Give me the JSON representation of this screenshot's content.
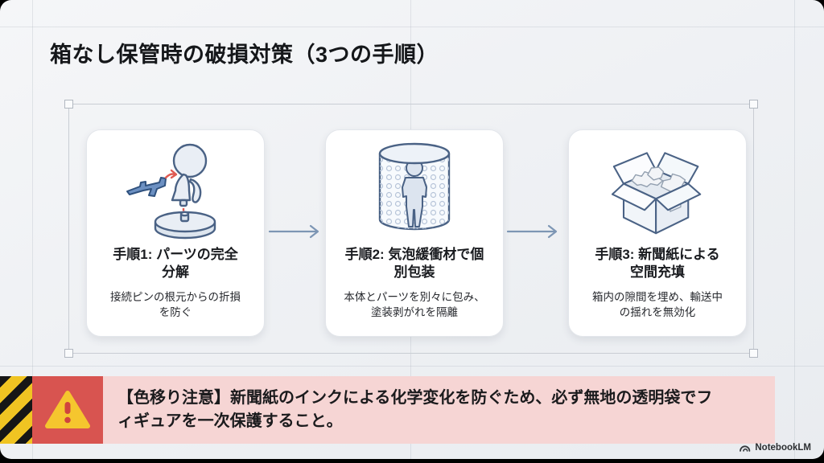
{
  "slide": {
    "title": "箱なし保管時の破損対策（3つの手順）"
  },
  "cards": [
    {
      "icon": "figure-disassembly-icon",
      "heading": "手順1: パーツの完全\n分解",
      "body": "接続ピンの根元からの折損\nを防ぐ"
    },
    {
      "icon": "bubble-wrap-figure-icon",
      "heading": "手順2: 気泡緩衝材で個\n別包装",
      "body": "本体とパーツを別々に包み、\n塗装剥がれを隔離"
    },
    {
      "icon": "open-box-newspaper-icon",
      "heading": "手順3: 新聞紙による\n空間充填",
      "body": "箱内の隙間を埋め、輸送中\nの揺れを無効化"
    }
  ],
  "warning": {
    "icon": "warning-triangle-icon",
    "text": "【色移り注意】新聞紙のインクによる化学変化を防ぐため、必ず無地の透明袋でフ\nィギュアを一次保護すること。"
  },
  "footer": {
    "brand": "NotebookLM"
  },
  "colors": {
    "slide_background": "#eff1f4",
    "card_stroke": "#4a6285",
    "accessory_blue": "#6c90c2",
    "alert_red": "#e05a52",
    "hazard_yellow": "#f0c422",
    "hazard_black": "#161616",
    "warning_block_red": "#d85450",
    "warning_triangle_yellow": "#f5c62e",
    "warning_pink": "#f6d5d4",
    "arrow_gray_blue": "#7d96b4"
  }
}
